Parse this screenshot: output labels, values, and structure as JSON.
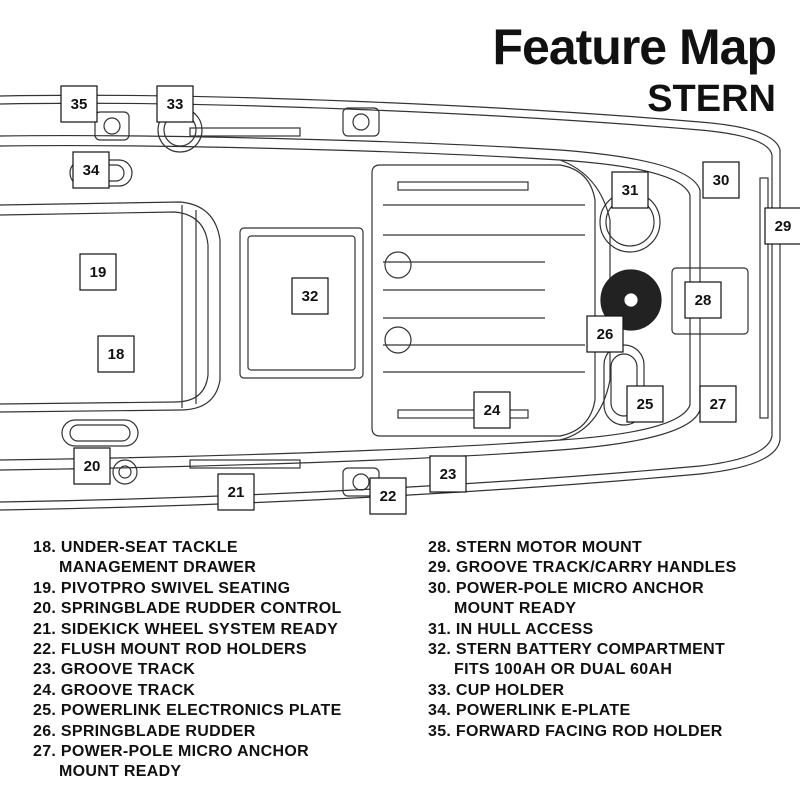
{
  "title": "Feature Map",
  "subtitle": "STERN",
  "callouts": [
    "35",
    "33",
    "34",
    "31",
    "30",
    "29",
    "19",
    "32",
    "28",
    "26",
    "18",
    "25",
    "27",
    "24",
    "20",
    "23",
    "21",
    "22"
  ],
  "legend_left": [
    {
      "line1": "18. UNDER-SEAT TACKLE",
      "line2": "MANAGEMENT DRAWER"
    },
    {
      "line1": "19. PIVOTPRO SWIVEL SEATING"
    },
    {
      "line1": "20. SPRINGBLADE RUDDER CONTROL"
    },
    {
      "line1": "21. SIDEKICK WHEEL SYSTEM READY"
    },
    {
      "line1": "22. FLUSH MOUNT ROD HOLDERS"
    },
    {
      "line1": "23. GROOVE TRACK"
    },
    {
      "line1": "24. GROOVE TRACK"
    },
    {
      "line1": "25. POWERLINK ELECTRONICS PLATE"
    },
    {
      "line1": "26. SPRINGBLADE RUDDER"
    },
    {
      "line1": "27. POWER-POLE MICRO ANCHOR",
      "line2": "MOUNT READY"
    }
  ],
  "legend_right": [
    {
      "line1": "28. STERN MOTOR MOUNT"
    },
    {
      "line1": "29. GROOVE TRACK/CARRY HANDLES"
    },
    {
      "line1": "30. POWER-POLE MICRO ANCHOR",
      "line2": "MOUNT READY"
    },
    {
      "line1": "31. IN HULL ACCESS"
    },
    {
      "line1": "32. STERN BATTERY COMPARTMENT",
      "line2": "FITS 100AH OR DUAL 60AH"
    },
    {
      "line1": "33. CUP HOLDER"
    },
    {
      "line1": "34. POWERLINK E-PLATE"
    },
    {
      "line1": "35. FORWARD FACING ROD HOLDER"
    }
  ]
}
